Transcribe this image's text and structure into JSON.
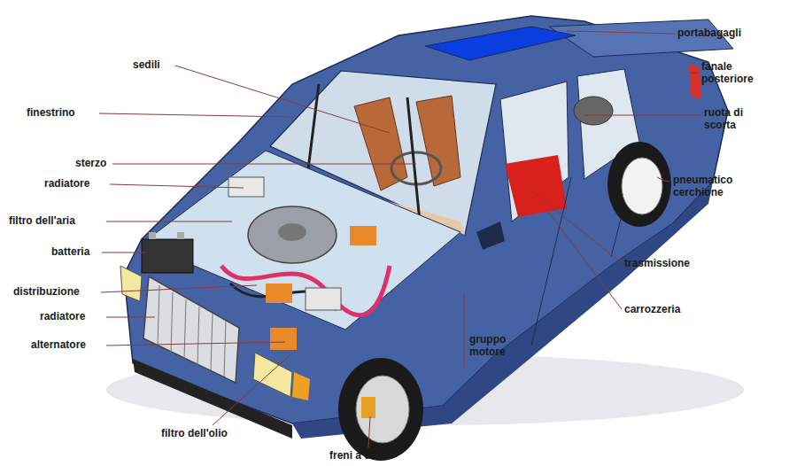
{
  "diagram": {
    "labels": [
      "sedili",
      "finestrino",
      "sterzo",
      "radiatore",
      "filtro dell'aria",
      "batteria",
      "distribuzione",
      "radiatore",
      "alternatore",
      "filtro dell'olio",
      "freni a disco",
      "portabagagli",
      "fanale posteriore",
      "ruota di scorta",
      "pneumatico cerchione",
      "trasmissione",
      "carrozzeria",
      "gruppo motore"
    ]
  }
}
